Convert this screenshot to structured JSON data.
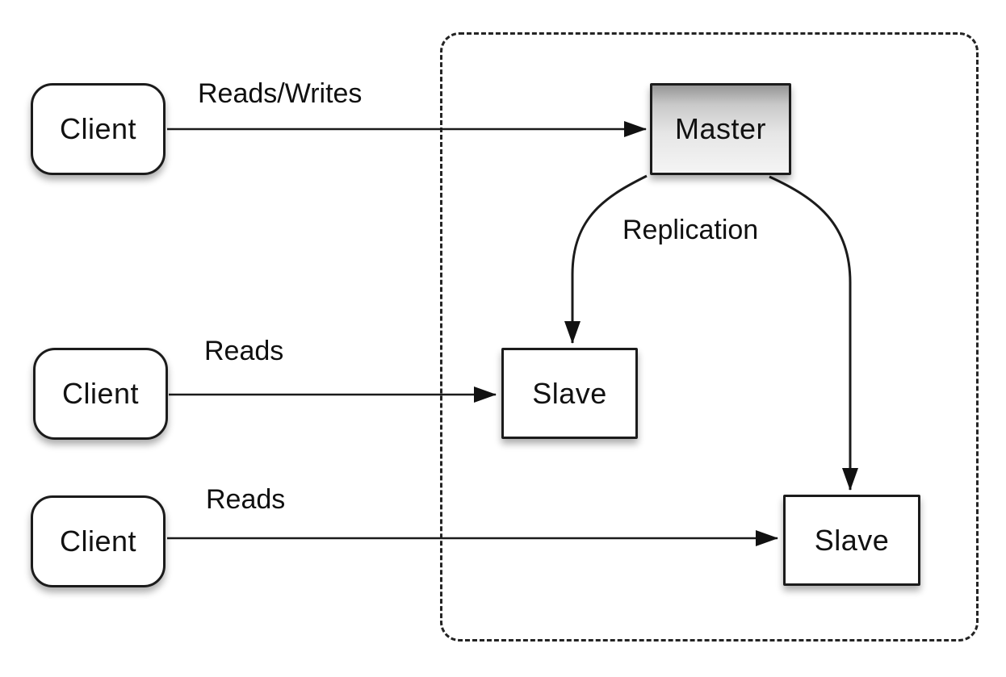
{
  "diagram": {
    "description": "Master-Slave database replication topology",
    "nodes": {
      "client1": {
        "label": "Client"
      },
      "client2": {
        "label": "Client"
      },
      "client3": {
        "label": "Client"
      },
      "master": {
        "label": "Master"
      },
      "slave1": {
        "label": "Slave"
      },
      "slave2": {
        "label": "Slave"
      }
    },
    "edges": {
      "client1_master": {
        "from": "client1",
        "to": "master",
        "label": "Reads/Writes"
      },
      "client2_slave1": {
        "from": "client2",
        "to": "slave1",
        "label": "Reads"
      },
      "client3_slave2": {
        "from": "client3",
        "to": "slave2",
        "label": "Reads"
      },
      "master_slave1": {
        "from": "master",
        "to": "slave1",
        "label": "Replication"
      },
      "master_slave2": {
        "from": "master",
        "to": "slave2",
        "label": ""
      }
    },
    "cluster": {
      "style": "dashed",
      "contains": [
        "master",
        "slave1",
        "slave2"
      ]
    },
    "colors": {
      "background": "#ffffff",
      "stroke": "#1b1b1b",
      "node_fill": "#ffffff",
      "master_fill_top": "#969696",
      "master_fill_bottom": "#f4f4f4",
      "text": "#111111"
    }
  }
}
